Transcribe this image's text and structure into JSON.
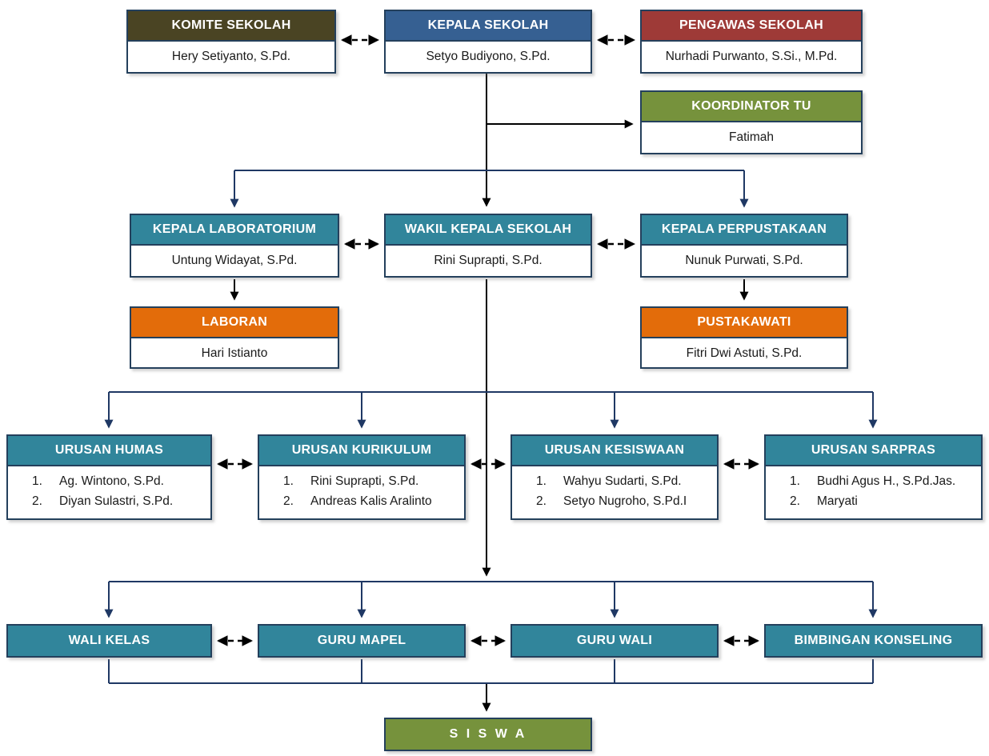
{
  "colors": {
    "komite_header": "#4a4423",
    "kepala_header": "#366092",
    "pengawas_header": "#9e3a37",
    "green_header": "#76923c",
    "teal_header": "#31859b",
    "orange_header": "#e36c0a",
    "box_border": "#24405c",
    "tree_line": "#1f3864",
    "dashed_line": "#000000"
  },
  "boxes": {
    "komite": {
      "title": "KOMITE SEKOLAH",
      "name": "Hery Setiyanto, S.Pd."
    },
    "kepala": {
      "title": "KEPALA SEKOLAH",
      "name": "Setyo Budiyono, S.Pd."
    },
    "pengawas": {
      "title": "PENGAWAS SEKOLAH",
      "name": "Nurhadi Purwanto, S.Si., M.Pd."
    },
    "koordinator_tu": {
      "title": "KOORDINATOR TU",
      "name": "Fatimah"
    },
    "kepala_laboratorium": {
      "title": "KEPALA LABORATORIUM",
      "name": "Untung Widayat, S.Pd."
    },
    "wakil_kepala": {
      "title": "WAKIL KEPALA SEKOLAH",
      "name": "Rini Suprapti, S.Pd."
    },
    "kepala_perpustakaan": {
      "title": "KEPALA PERPUSTAKAAN",
      "name": "Nunuk Purwati, S.Pd."
    },
    "laboran": {
      "title": "LABORAN",
      "name": "Hari Istianto"
    },
    "pustakawati": {
      "title": "PUSTAKAWATI",
      "name": "Fitri Dwi Astuti, S.Pd."
    },
    "urusan_humas": {
      "title": "URUSAN HUMAS",
      "members": [
        {
          "no": "1.",
          "name": "Ag. Wintono, S.Pd."
        },
        {
          "no": "2.",
          "name": "Diyan Sulastri, S.Pd."
        }
      ]
    },
    "urusan_kurikulum": {
      "title": "URUSAN KURIKULUM",
      "members": [
        {
          "no": "1.",
          "name": "Rini Suprapti, S.Pd."
        },
        {
          "no": "2.",
          "name": "Andreas Kalis Aralinto"
        }
      ]
    },
    "urusan_kesiswaan": {
      "title": "URUSAN KESISWAAN",
      "members": [
        {
          "no": "1.",
          "name": "Wahyu Sudarti, S.Pd."
        },
        {
          "no": "2.",
          "name": "Setyo Nugroho, S.Pd.I"
        }
      ]
    },
    "urusan_sarpras": {
      "title": "URUSAN SARPRAS",
      "members": [
        {
          "no": "1.",
          "name": "Budhi Agus H., S.Pd.Jas."
        },
        {
          "no": "2.",
          "name": "Maryati"
        }
      ]
    },
    "wali_kelas": {
      "title": "WALI KELAS"
    },
    "guru_mapel": {
      "title": "GURU MAPEL"
    },
    "guru_wali": {
      "title": "GURU WALI"
    },
    "bimbingan_konseling": {
      "title": "BIMBINGAN KONSELING"
    },
    "siswa": {
      "title": "S I S W A"
    }
  }
}
